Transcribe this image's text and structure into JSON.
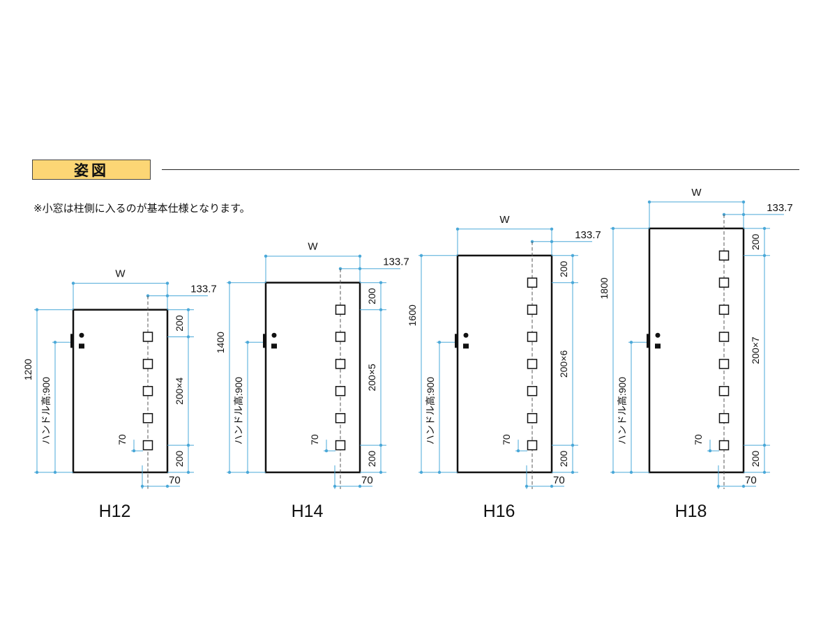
{
  "header": {
    "title": "姿図",
    "note": "※小窓は柱側に入るのが基本仕様となります。"
  },
  "colors": {
    "badge": "#fcd675",
    "dimension": "#4aa8d8",
    "outline": "#111111"
  },
  "variants": [
    {
      "label": "H12",
      "height_mm": "1200",
      "width_label": "W",
      "offset_label": "133.7",
      "top_dim": "200",
      "bottom_dim": "200",
      "middle_dim": "200×4",
      "window_count": 5,
      "window_label": "70",
      "bottom_offset": "70",
      "handle_label": "ハンドル高:900"
    },
    {
      "label": "H14",
      "height_mm": "1400",
      "width_label": "W",
      "offset_label": "133.7",
      "top_dim": "200",
      "bottom_dim": "200",
      "middle_dim": "200×5",
      "window_count": 6,
      "window_label": "70",
      "bottom_offset": "70",
      "handle_label": "ハンドル高:900"
    },
    {
      "label": "H16",
      "height_mm": "1600",
      "width_label": "W",
      "offset_label": "133.7",
      "top_dim": "200",
      "bottom_dim": "200",
      "middle_dim": "200×6",
      "window_count": 7,
      "window_label": "70",
      "bottom_offset": "70",
      "handle_label": "ハンドル高:900"
    },
    {
      "label": "H18",
      "height_mm": "1800",
      "width_label": "W",
      "offset_label": "133.7",
      "top_dim": "200",
      "bottom_dim": "200",
      "middle_dim": "200×7",
      "window_count": 8,
      "window_label": "70",
      "bottom_offset": "70",
      "handle_label": "ハンドル高:900"
    }
  ]
}
